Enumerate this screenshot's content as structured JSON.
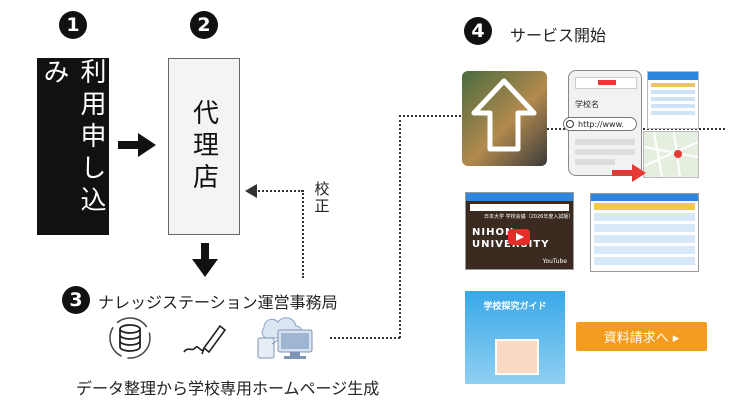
{
  "steps": {
    "s1": {
      "num": "1",
      "label": "利用申し込み"
    },
    "s2": {
      "num": "2",
      "label": "代理店"
    },
    "s3": {
      "num": "3",
      "label": "ナレッジステーション運営事務局"
    },
    "s4": {
      "num": "4",
      "label": "サービス開始"
    }
  },
  "correction_label": "校正",
  "bottom_caption": "データ整理から学校専用ホームページ生成",
  "browser_mock": {
    "school_name_label": "学校名",
    "url": "http://www."
  },
  "video_mock": {
    "title": "日本大学 学校会議（2026年度入試版）",
    "brand": "NIHON UNIVERSITY",
    "youtube": "YouTube"
  },
  "brochure_mock": {
    "title": "学校探究ガイド"
  },
  "cta": {
    "label": "資料請求へ ▸"
  },
  "colors": {
    "cta": "#f39c1f",
    "accent_blue": "#2e86de",
    "red": "#e53935"
  }
}
